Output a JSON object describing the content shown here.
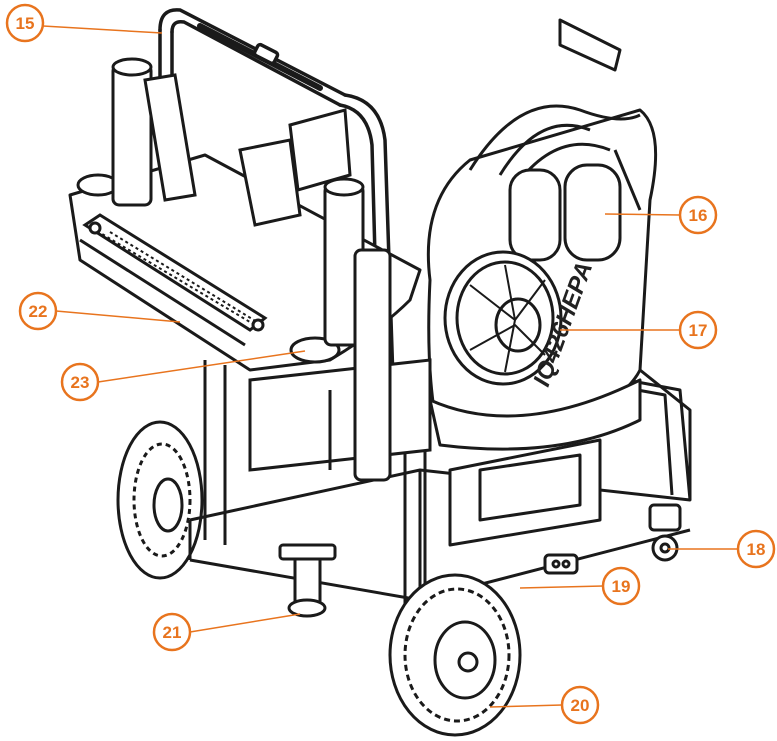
{
  "diagram": {
    "accent_color": "#e8741e",
    "line_color": "#1a1a1a",
    "model_marking": "IQ426HEPA",
    "callouts": [
      {
        "id": "c15",
        "label": "15"
      },
      {
        "id": "c16",
        "label": "16"
      },
      {
        "id": "c17",
        "label": "17"
      },
      {
        "id": "c18",
        "label": "18"
      },
      {
        "id": "c19",
        "label": "19"
      },
      {
        "id": "c20",
        "label": "20"
      },
      {
        "id": "c21",
        "label": "21"
      },
      {
        "id": "c22",
        "label": "22"
      },
      {
        "id": "c23",
        "label": "23"
      }
    ]
  }
}
